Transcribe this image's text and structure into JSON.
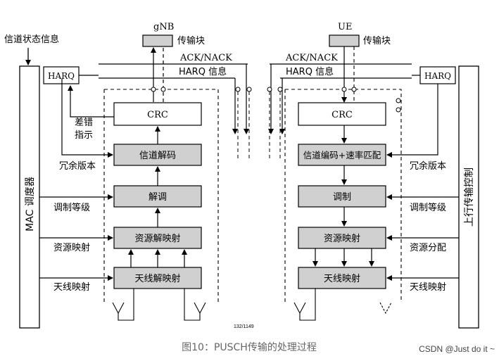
{
  "gnb": {
    "title": "gNB",
    "tb_label": "传输块",
    "ack_nack": "ACK/NACK",
    "harq_info": "HARQ 信息",
    "harq_box": "HARQ",
    "crc": "CRC",
    "decode": "信道解码",
    "demod": "解调",
    "resource_demap": "资源解映射",
    "antenna_demap": "天线解映射"
  },
  "ue": {
    "title": "UE",
    "tb_label": "传输块",
    "ack_nack": "ACK/NACK",
    "harq_info": "HARQ 信息",
    "harq_box": "HARQ",
    "crc": "CRC",
    "encode": "信道编码+速率匹配",
    "mod": "调制",
    "resource_map": "资源映射",
    "antenna_map": "天线映射"
  },
  "left_panel": {
    "channel_state": "信道状态信息",
    "mac_scheduler": "MAC 调度器",
    "error_indication_1": "差错",
    "error_indication_2": "指示",
    "redundancy_version": "冗余版本",
    "mod_order": "调制等级",
    "resource_mapping": "资源映射",
    "antenna_mapping": "天线映射"
  },
  "right_panel": {
    "uplink_control": "上行传输控制",
    "redundancy_version": "冗余版本",
    "mod_order": "调制等级",
    "resource_allocation": "资源分配",
    "antenna_mapping": "天线映射"
  },
  "page_number": "132/1149",
  "caption": "图10：PUSCH传输的处理过程",
  "watermark": "CSDN @Just do it ~",
  "colors": {
    "box_fill": "#d0d0d0",
    "line": "#000000",
    "caption": "#666666"
  }
}
